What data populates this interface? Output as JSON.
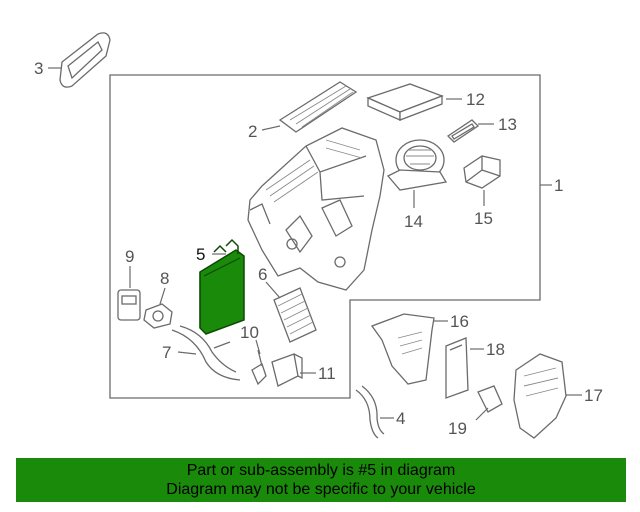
{
  "callouts": {
    "c1": "1",
    "c2": "2",
    "c3": "3",
    "c4": "4",
    "c5": "5",
    "c6": "6",
    "c7": "7",
    "c8": "8",
    "c9": "9",
    "c10": "10",
    "c11": "11",
    "c12": "12",
    "c13": "13",
    "c14": "14",
    "c15": "15",
    "c16": "16",
    "c17": "17",
    "c18": "18",
    "c19": "19"
  },
  "highlight": {
    "part_number": "5",
    "color": "#1a8a0a"
  },
  "banner": {
    "line1": "Part or sub-assembly is #5 in diagram",
    "line2": "Diagram may not be specific to your vehicle",
    "background": "#1a8a0a"
  }
}
